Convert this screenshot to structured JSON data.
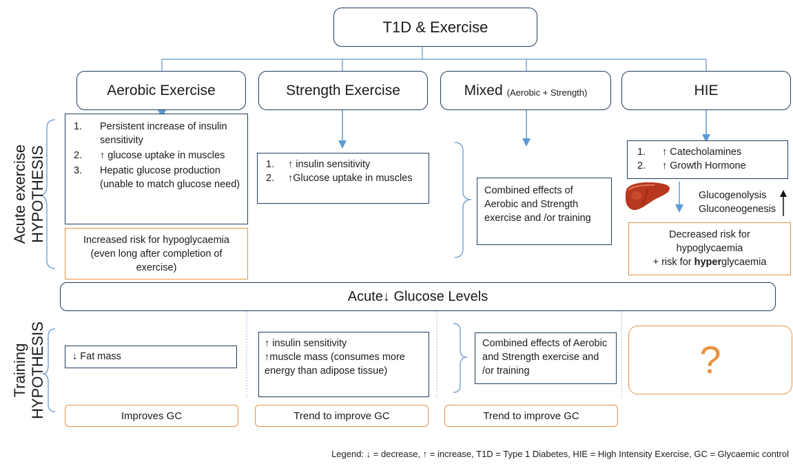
{
  "title": "T1D & Exercise",
  "categories": {
    "aerobic": "Aerobic Exercise",
    "strength": "Strength Exercise",
    "mixed_main": "Mixed",
    "mixed_sub": "(Aerobic + Strength)",
    "hie": "HIE"
  },
  "row_labels": {
    "acute_line1": "Acute exercise",
    "acute_line2": "HYPOTHESIS",
    "training_line1": "Training",
    "training_line2": "HYPOTHESIS"
  },
  "acute": {
    "aerobic_items": [
      {
        "num": "1.",
        "text": "Persistent increase of insulin sensitivity"
      },
      {
        "num": "2.",
        "text": "↑ glucose uptake in muscles"
      },
      {
        "num": "3.",
        "text": "Hepatic glucose production (unable to match glucose need)"
      }
    ],
    "aerobic_risk": "Increased risk for hypoglycaemia (even long after completion of exercise)",
    "strength_items": [
      {
        "num": "1.",
        "text": "↑ insulin sensitivity"
      },
      {
        "num": "2.",
        "text": "↑Glucose uptake in muscles"
      }
    ],
    "mixed_text": "Combined effects of Aerobic and Strength exercise and /or training",
    "hie_items": [
      {
        "num": "1.",
        "text": "↑ Catecholamines"
      },
      {
        "num": "2.",
        "text": "↑ Growth Hormone"
      }
    ],
    "hie_process_1": "Glucogenolysis",
    "hie_process_2": "Gluconeogenesis",
    "hie_risk_line1": "Decreased risk for",
    "hie_risk_line2": "hypoglycaemia",
    "hie_risk_prefix": "+ risk for ",
    "hie_risk_bold": "hyper",
    "hie_risk_suffix": "glycaemia",
    "liver_icon": "liver-icon"
  },
  "glucose_bar": "Acute↓ Glucose Levels",
  "training": {
    "aerobic": "↓ Fat mass",
    "strength_line1": "↑ insulin sensitivity",
    "strength_line2": "↑muscle mass (consumes more energy than adipose tissue)",
    "mixed": "Combined effects of Aerobic and Strength exercise and /or training",
    "hie": "?"
  },
  "outcomes": {
    "aerobic": "Improves GC",
    "strength": "Trend to improve GC",
    "mixed": "Trend to improve GC"
  },
  "legend": "Legend: ↓ = decrease, ↑ = increase, T1D = Type 1 Diabetes, HIE = High Intensity Exercise, GC = Glycaemic control",
  "colors": {
    "box_border": "#1f3b5c",
    "connector": "#5b9bd5",
    "orange": "#e8913f"
  }
}
